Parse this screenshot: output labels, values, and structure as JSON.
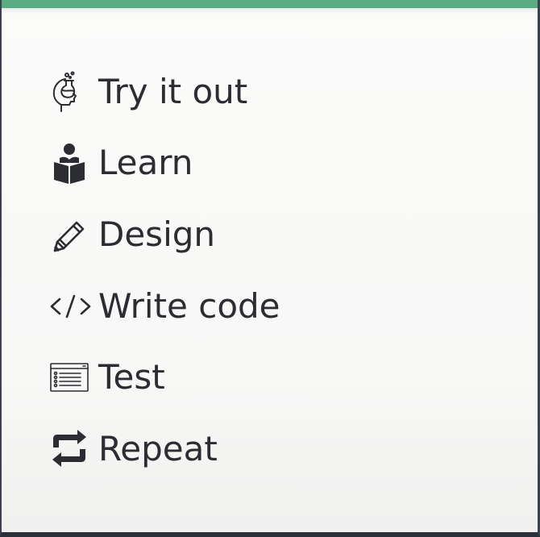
{
  "colors": {
    "accent_bar": "#5aab82",
    "text": "#2b2d33",
    "background": "#f8f8f7"
  },
  "items": [
    {
      "label": "Try it out",
      "icon": "head-flask-icon"
    },
    {
      "label": "Learn",
      "icon": "person-reading-book-icon"
    },
    {
      "label": "Design",
      "icon": "pencil-icon"
    },
    {
      "label": "Write code",
      "icon": "code-tag-icon"
    },
    {
      "label": "Test",
      "icon": "browser-checklist-icon"
    },
    {
      "label": "Repeat",
      "icon": "repeat-arrows-icon"
    }
  ]
}
